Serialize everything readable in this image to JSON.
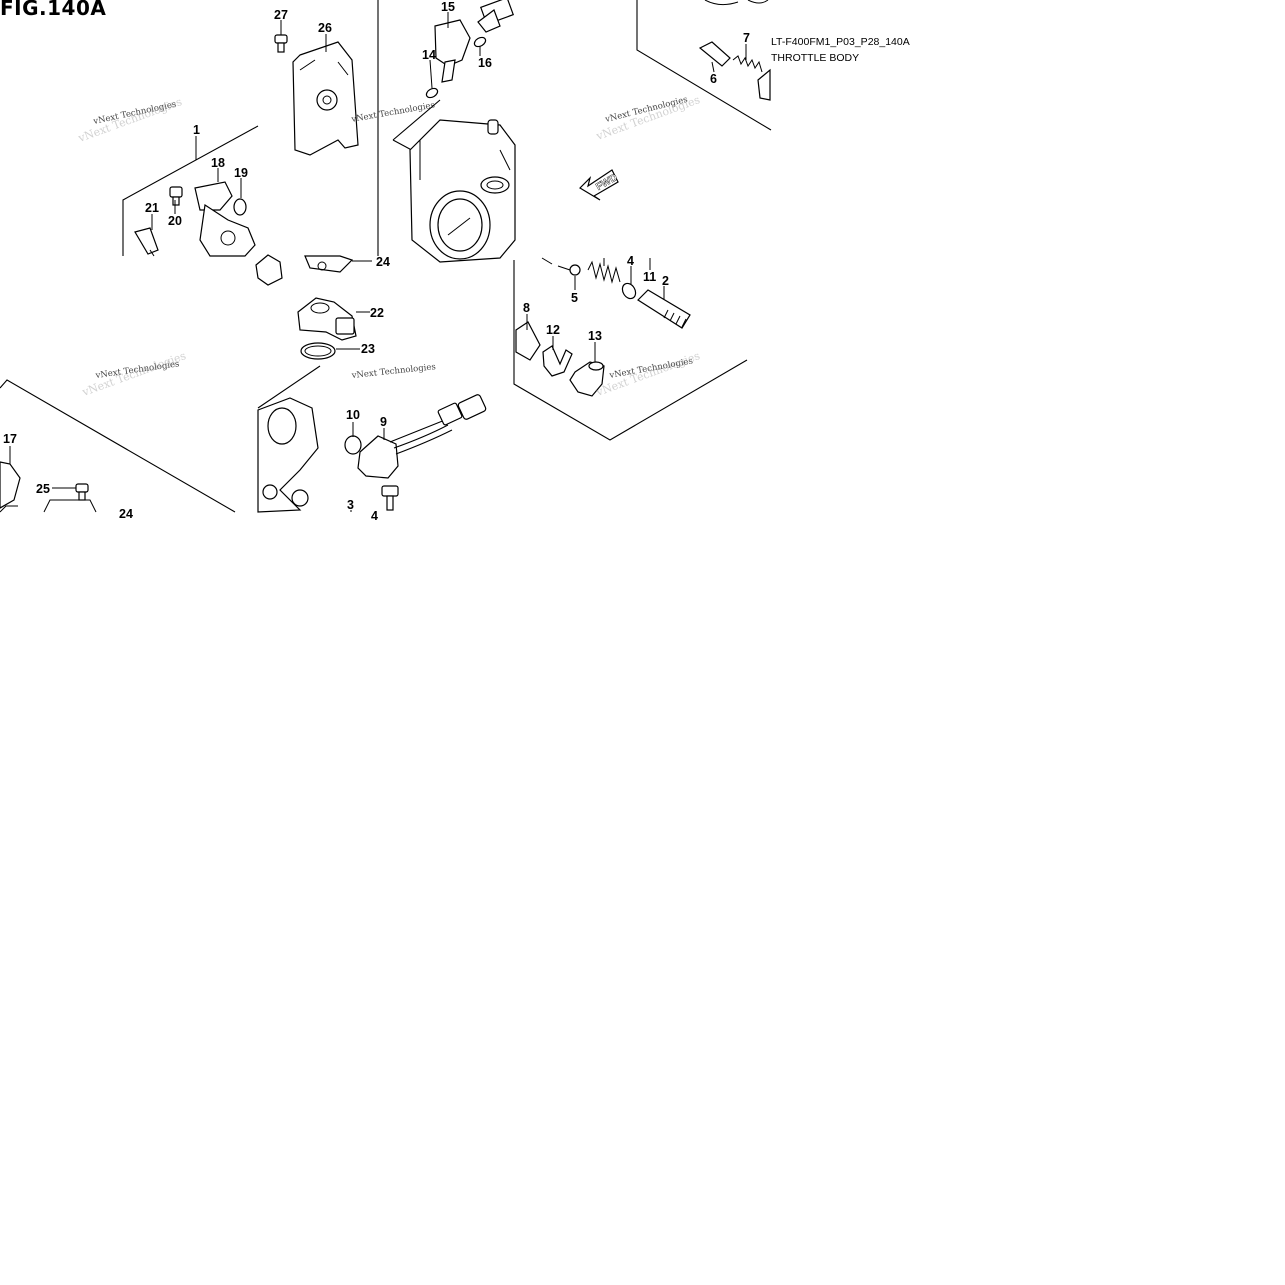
{
  "figure_title": "FIG.140A",
  "figure_code": "LT-F400FM1_P03_P28_140A",
  "section_title": "THROTTLE BODY",
  "direction_label": "FWD",
  "watermark": "vNext Technologies",
  "part_labels": [
    "1",
    "2",
    "3",
    "4",
    "4",
    "5",
    "6",
    "7",
    "8",
    "9",
    "10",
    "11",
    "12",
    "13",
    "14",
    "15",
    "16",
    "17",
    "18",
    "19",
    "20",
    "21",
    "22",
    "23",
    "24",
    "24",
    "25",
    "26",
    "27"
  ]
}
